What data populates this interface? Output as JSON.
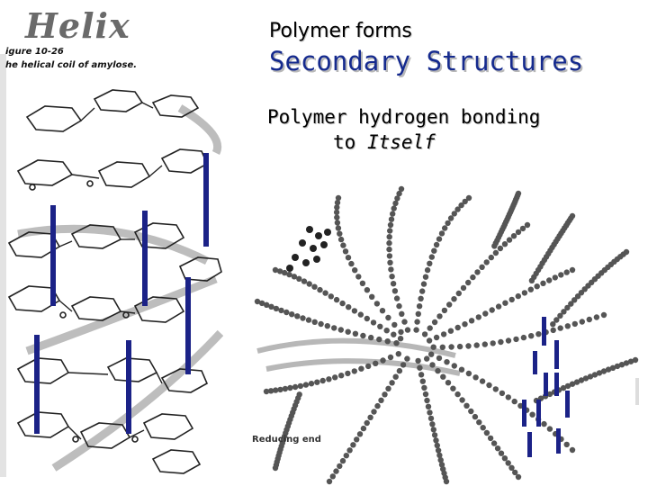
{
  "left_figure": {
    "heading": "Helix",
    "figure_number": "igure 10-26",
    "caption": "he helical coil of amylose."
  },
  "title": "Polymer forms",
  "subtitle": "Secondary Structures",
  "body": {
    "line1": "Polymer hydrogen bonding",
    "line2_prefix": "to ",
    "line2_emphasis": "Itself"
  },
  "right_figure": {
    "label": "Reducing end"
  },
  "colors": {
    "subtitle": "#152a8e",
    "bond_bars": "#1b2287"
  }
}
